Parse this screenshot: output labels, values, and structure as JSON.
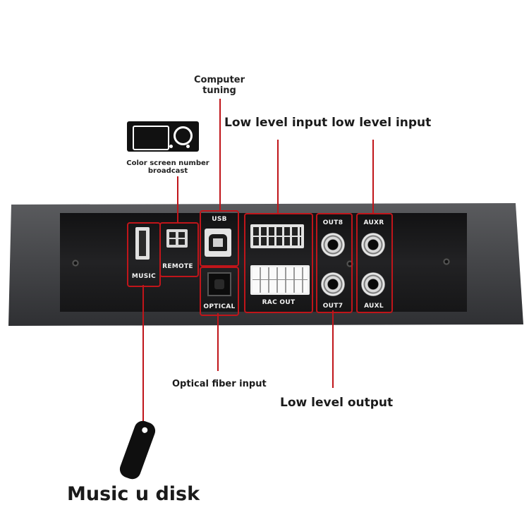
{
  "callouts": {
    "computer_tuning": "Computer\ntuning",
    "low_level_input": "Low level input low level input",
    "color_screen": "Color screen number\nbroadcast",
    "optical_fiber_input": "Optical fiber input",
    "low_level_output": "Low level output",
    "music_u_disk": "Music u disk"
  },
  "ports": {
    "music": "MUSIC",
    "remote": "REMOTE",
    "usb": "USB",
    "optical": "OPTICAL",
    "rac_out": "RAC OUT",
    "out8": "OUT8",
    "out7": "OUT7",
    "auxr": "AUXR",
    "auxl": "AUXL"
  },
  "colors": {
    "leader": "#c0151a",
    "device_body": "#4a4b4e",
    "panel": "#1b1b1c"
  },
  "icons": [
    "color-screen-display-icon",
    "usb-flash-drive-icon"
  ]
}
